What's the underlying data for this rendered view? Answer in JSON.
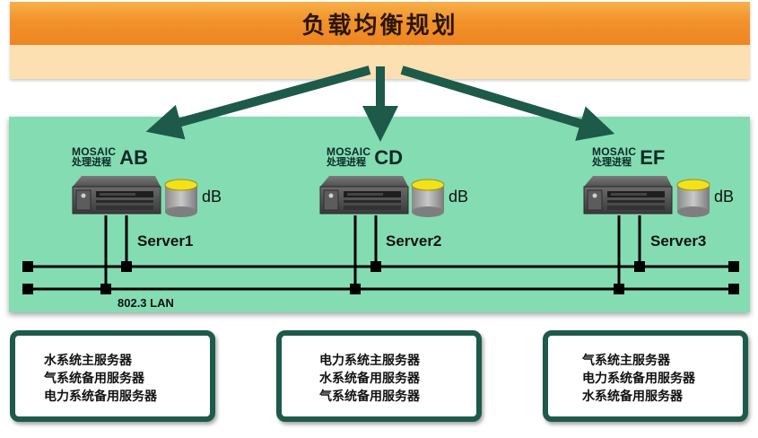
{
  "header": {
    "title": "负载均衡规划"
  },
  "nodes": [
    {
      "mosaic": "MOSAIC",
      "proc": "处理进程",
      "id": "AB",
      "db": "dB",
      "server": "Server1"
    },
    {
      "mosaic": "MOSAIC",
      "proc": "处理进程",
      "id": "CD",
      "db": "dB",
      "server": "Server2"
    },
    {
      "mosaic": "MOSAIC",
      "proc": "处理进程",
      "id": "EF",
      "db": "dB",
      "server": "Server3"
    }
  ],
  "network": {
    "lan_label": "802.3 LAN"
  },
  "boxes": [
    {
      "lines": [
        "水系统主服务器",
        "气系统备用服务器",
        "电力系统备用服务器"
      ]
    },
    {
      "lines": [
        "电力系统主服务器",
        "水系统备用服务器",
        "气系统备用服务器"
      ]
    },
    {
      "lines": [
        "气系统主服务器",
        "电力系统备用服务器",
        "水系统备用服务器"
      ]
    }
  ],
  "colors": {
    "banner": "#f2922a",
    "banner_sub": "#fce0b2",
    "panel": "#84dcb3",
    "arrow": "#1d5a4a",
    "box_border": "#1d5a4a"
  }
}
